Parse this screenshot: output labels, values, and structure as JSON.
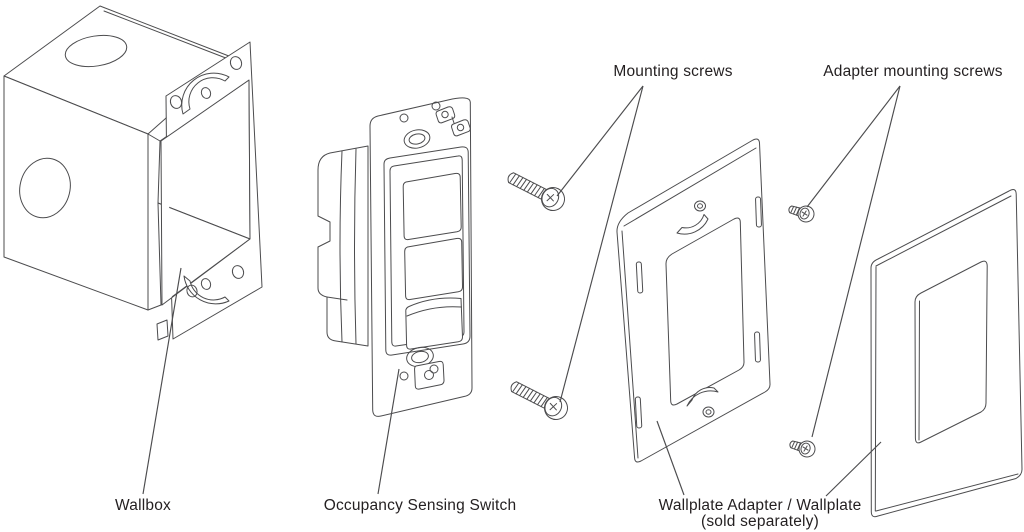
{
  "colors": {
    "line": "#4c4c4e",
    "text": "#231f20",
    "background": "#ffffff"
  },
  "components": [
    "wallbox",
    "occupancy-sensing-switch",
    "mounting-screws",
    "wallplate-adapter",
    "adapter-mounting-screws",
    "wallplate"
  ],
  "labels": {
    "mounting_screws": "Mounting screws",
    "adapter_mounting_screws": "Adapter mounting screws",
    "wallbox": "Wallbox",
    "occupancy_switch": "Occupancy Sensing Switch",
    "wallplate": "Wallplate Adapter / Wallplate",
    "wallplate_note": "(sold separately)"
  }
}
